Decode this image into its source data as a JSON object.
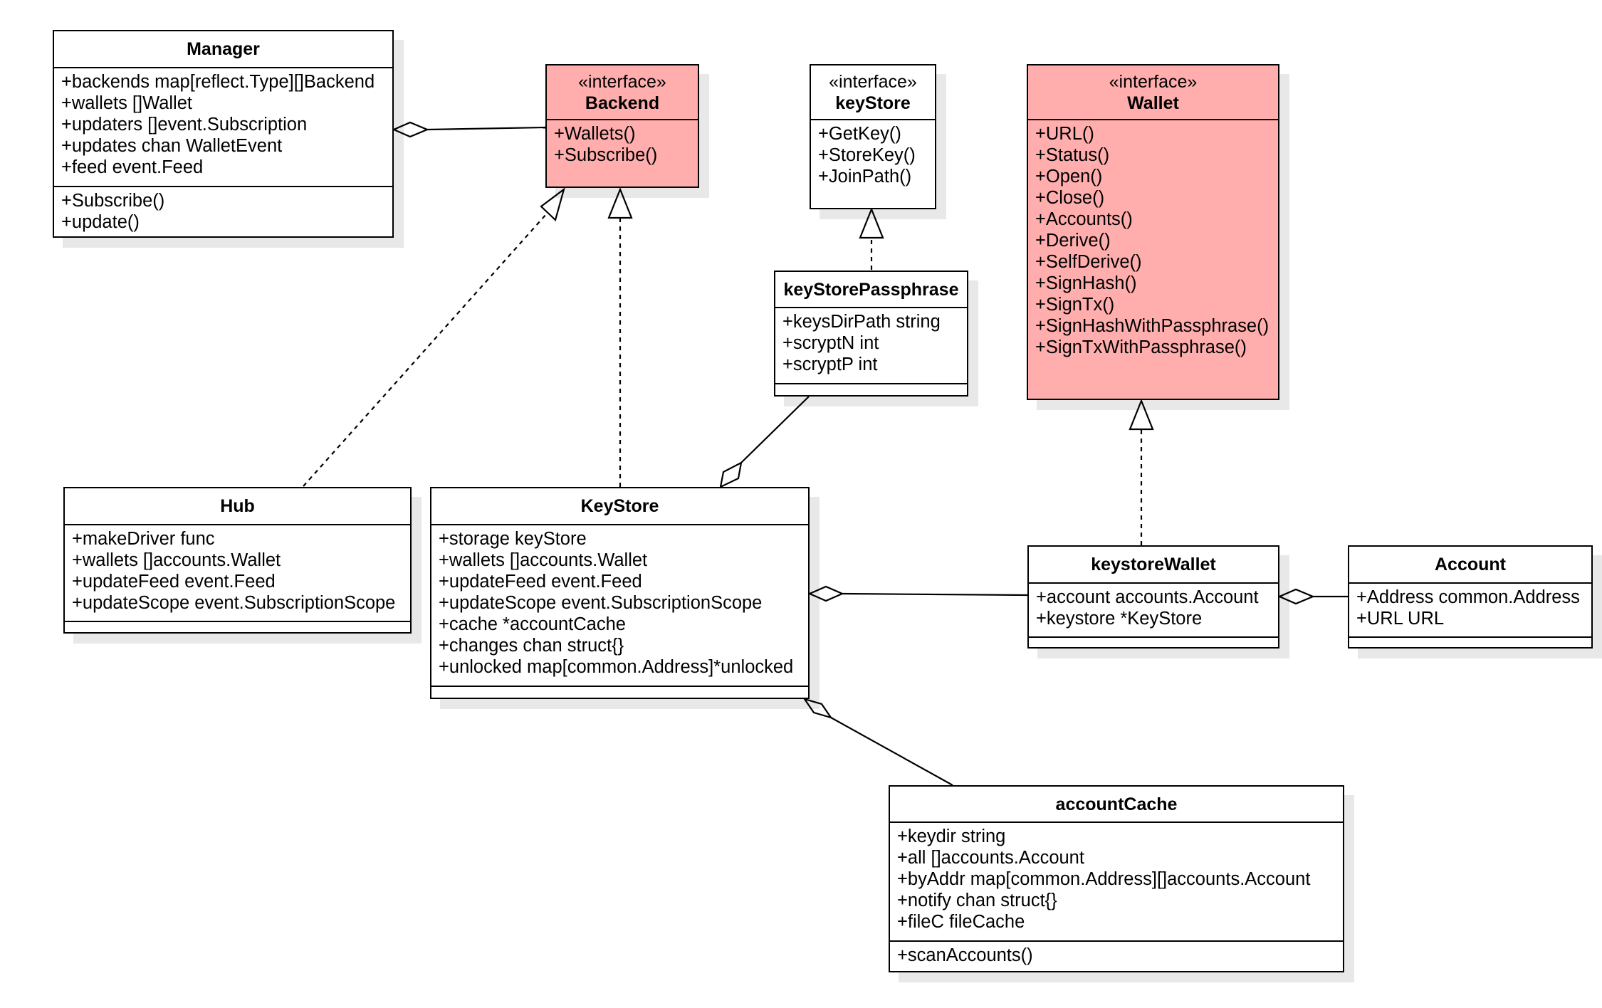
{
  "classes": {
    "manager": {
      "name": "Manager",
      "attributes": [
        "+backends map[reflect.Type][]Backend",
        "+wallets  []Wallet",
        "+updaters []event.Subscription",
        "+updates  chan WalletEvent",
        "+feed event.Feed"
      ],
      "methods": [
        "+Subscribe()",
        "+update()"
      ]
    },
    "backend": {
      "stereotype": "«interface»",
      "name": "Backend",
      "methods": [
        "+Wallets()",
        "+Subscribe()"
      ]
    },
    "keystore_iface": {
      "stereotype": "«interface»",
      "name": "keyStore",
      "methods": [
        "+GetKey()",
        "+StoreKey()",
        "+JoinPath()"
      ]
    },
    "wallet": {
      "stereotype": "«interface»",
      "name": "Wallet",
      "methods": [
        "+URL()",
        "+Status()",
        "+Open()",
        "+Close()",
        "+Accounts()",
        "+Derive()",
        "+SelfDerive()",
        "+SignHash()",
        "+SignTx()",
        "+SignHashWithPassphrase()",
        "+SignTxWithPassphrase()"
      ]
    },
    "keystore_passphrase": {
      "name": "keyStorePassphrase",
      "attributes": [
        "+keysDirPath string",
        "+scryptN int",
        "+scryptP int"
      ]
    },
    "hub": {
      "name": "Hub",
      "attributes": [
        "+makeDriver func",
        "+wallets []accounts.Wallet",
        "+updateFeed event.Feed",
        "+updateScope event.SubscriptionScope"
      ]
    },
    "keystore": {
      "name": "KeyStore",
      "attributes": [
        "+storage keyStore",
        "+wallets []accounts.Wallet",
        "+updateFeed event.Feed",
        "+updateScope event.SubscriptionScope",
        "+cache *accountCache",
        "+changes chan struct{}",
        "+unlocked map[common.Address]*unlocked"
      ]
    },
    "keystore_wallet": {
      "name": "keystoreWallet",
      "attributes": [
        "+account accounts.Account",
        "+keystore *KeyStore"
      ]
    },
    "account": {
      "name": "Account",
      "attributes": [
        "+Address common.Address",
        "+URL URL"
      ]
    },
    "account_cache": {
      "name": "accountCache",
      "attributes": [
        "+keydir string",
        "+all []accounts.Account",
        "+byAddr map[common.Address][]accounts.Account",
        "+notify chan struct{}",
        "+fileC fileCache"
      ],
      "methods": [
        "+scanAccounts()"
      ]
    }
  },
  "colors": {
    "interface_fill": "#ffadad",
    "class_fill": "#ffffff",
    "line": "#000000"
  }
}
